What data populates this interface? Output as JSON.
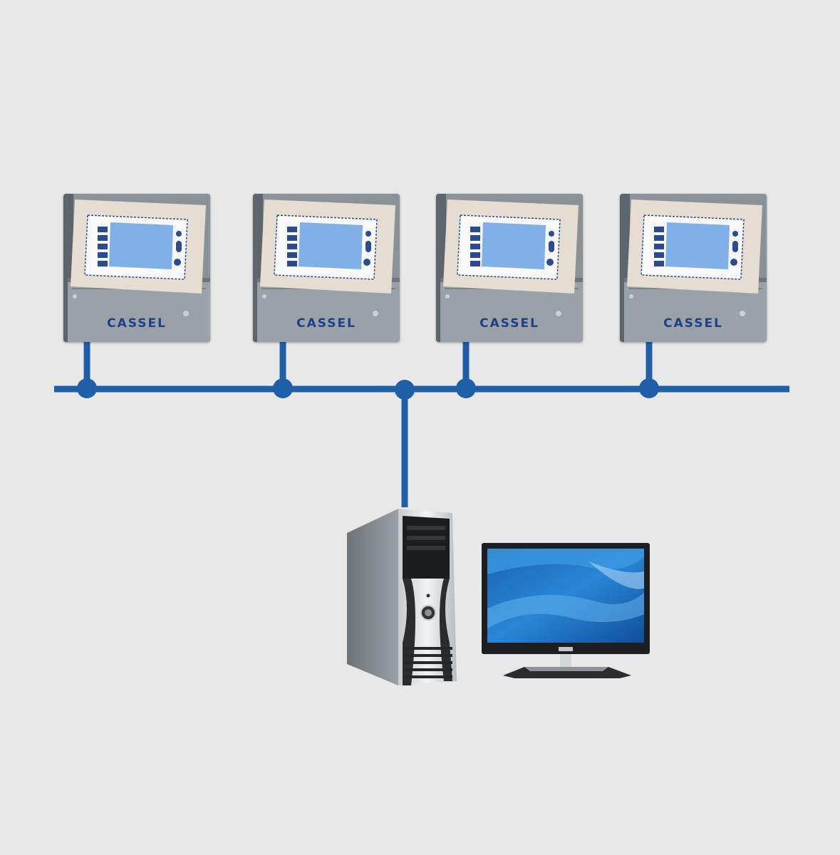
{
  "devices": [
    {
      "brand": "CASSEL"
    },
    {
      "brand": "CASSEL"
    },
    {
      "brand": "CASSEL"
    },
    {
      "brand": "CASSEL"
    }
  ],
  "colors": {
    "background": "#e8e8e8",
    "network_line": "#1f5fa8",
    "brand_text": "#1f3f86",
    "monitor_screen": "#1c73c4"
  },
  "icons": {
    "devices": "cassel-inspection-terminal",
    "workstation": "desktop-tower-icon",
    "display": "lcd-monitor-icon"
  }
}
